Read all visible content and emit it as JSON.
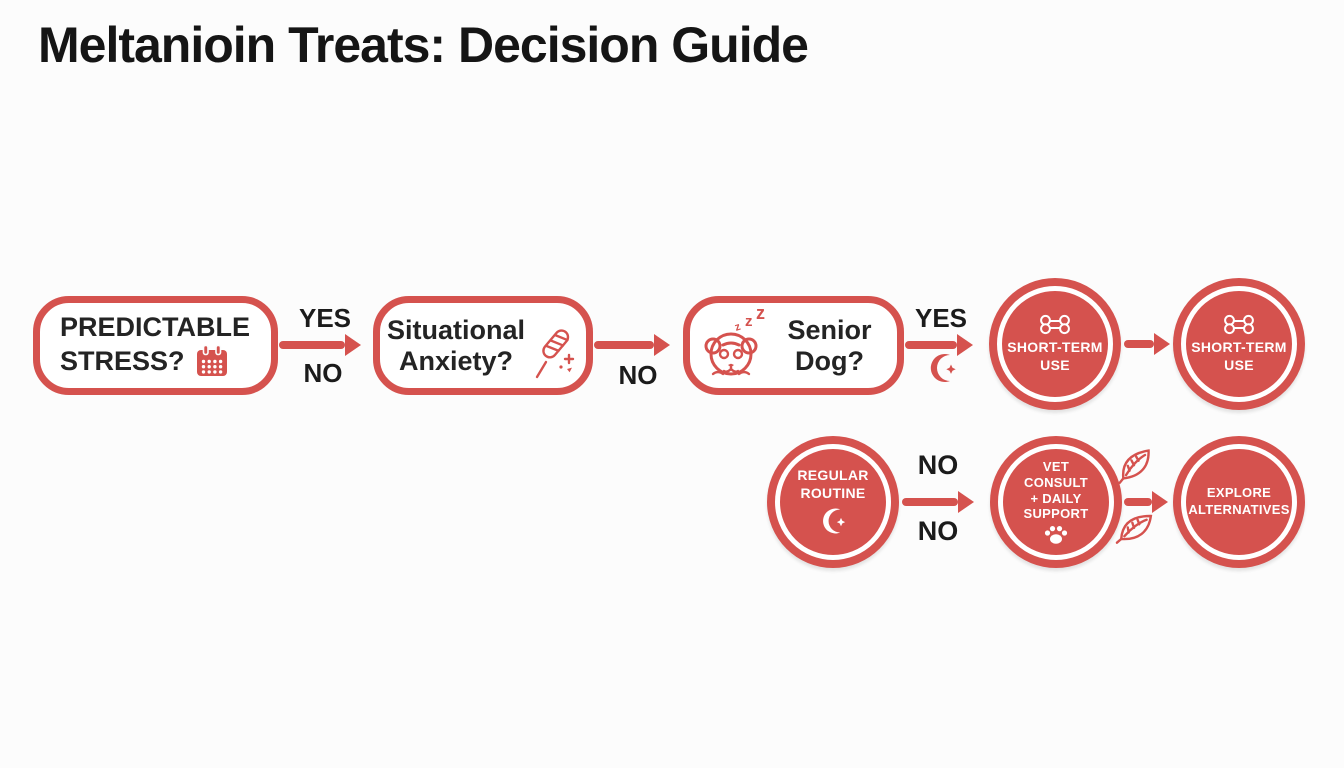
{
  "title": "Meltanioin Treats: Decision Guide",
  "colors": {
    "accent_red": "#d5524e",
    "box_fill": "#ffffff",
    "circle_fill": "#d5524e",
    "circle_text": "#ffffff",
    "text_dark": "#151515",
    "background": "#fcfcfc"
  },
  "flow": {
    "boxes": [
      {
        "name": "predictable-stress",
        "lines": [
          "PREDICTABLE",
          "STRESS?"
        ],
        "icon": "calendar-icon"
      },
      {
        "name": "situational-anxiety",
        "lines": [
          "Situational",
          "Anxiety?"
        ],
        "icon": "fireworks-icon"
      },
      {
        "name": "senior-dog",
        "lines": [
          "Senior",
          "Dog?"
        ],
        "icon": "sleeping-dog-icon",
        "icon_text": [
          "z",
          "z",
          "z"
        ]
      }
    ],
    "connectors": [
      {
        "from": "predictable-stress",
        "to": "situational-anxiety",
        "label_above": "YES",
        "label_below": "NO"
      },
      {
        "from": "situational-anxiety",
        "to": "senior-dog",
        "label_below": "NO"
      },
      {
        "from": "senior-dog",
        "to": "short-term-use-1",
        "label_above": "YES",
        "icon_below": "crescent-moon-icon"
      },
      {
        "from": "short-term-use-1",
        "to": "short-term-use-2"
      },
      {
        "from": "regular-routine",
        "to": "vet-consult-daily-support",
        "label_above": "NO",
        "label_below": "NO"
      },
      {
        "from": "vet-consult-daily-support",
        "to": "explore-alternatives",
        "icon_above": "leaf-icon",
        "icon_below": "leaf-icon"
      }
    ],
    "circles": [
      {
        "name": "short-term-use-1",
        "lines": [
          "SHORT-TERM",
          "USE"
        ],
        "icon": "bone-icon"
      },
      {
        "name": "short-term-use-2",
        "lines": [
          "SHORT-TERM",
          "USE"
        ],
        "icon": "bone-icon"
      },
      {
        "name": "regular-routine",
        "lines": [
          "REGULAR",
          "ROUTINE"
        ],
        "icon": "crescent-moon-icon"
      },
      {
        "name": "vet-consult-daily-support",
        "lines": [
          "VET",
          "CONSULT",
          "+ DAILY",
          "SUPPORT"
        ],
        "icon": "paw-icon"
      },
      {
        "name": "explore-alternatives",
        "lines": [
          "EXPLORE",
          "ALTERNATIVES"
        ]
      }
    ]
  }
}
